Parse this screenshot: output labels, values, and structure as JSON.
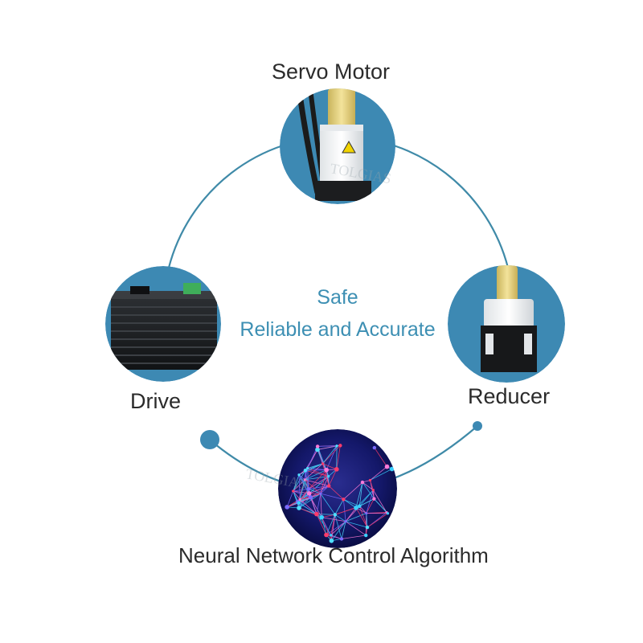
{
  "diagram": {
    "center": {
      "line1": "Safe",
      "line2": "Reliable and Accurate"
    },
    "nodes": {
      "servo_motor": {
        "label": "Servo Motor"
      },
      "reducer": {
        "label": "Reducer"
      },
      "drive": {
        "label": "Drive"
      },
      "neural": {
        "label": "Neural Network Control Algorithm"
      }
    },
    "watermark": "TOLGIAS"
  },
  "colors": {
    "ring": "#3f8aa8",
    "node_fill": "#3d89b3",
    "center_text": "#3d8fb3",
    "label_text": "#2b2b2b"
  }
}
